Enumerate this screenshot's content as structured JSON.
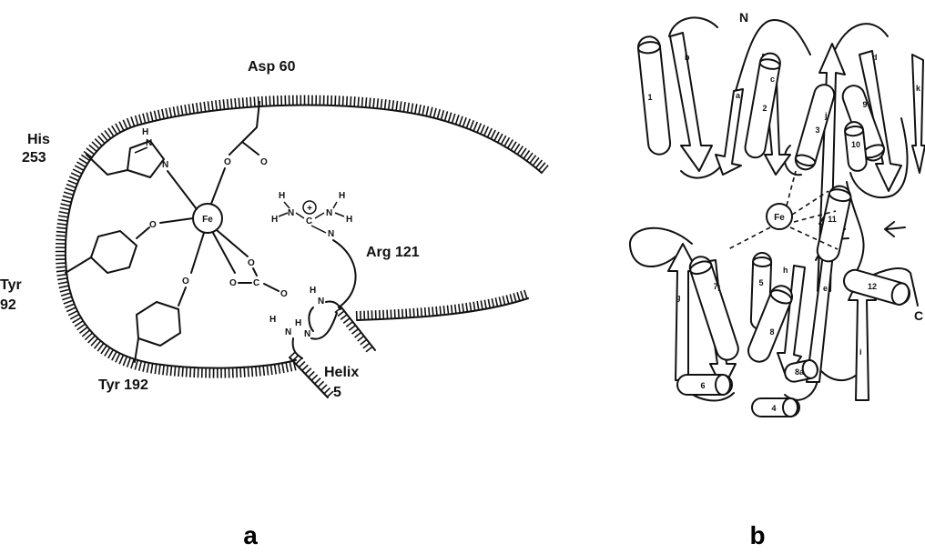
{
  "panel_a": {
    "label": "a",
    "residues": {
      "asp60": "Asp 60",
      "his_name": "His",
      "his_num": "253",
      "tyr92_name": "Tyr",
      "tyr92_num": "92",
      "tyr192": "Tyr 192",
      "arg121": "Arg 121",
      "helix_name": "Helix",
      "helix_num": "5"
    },
    "atoms": {
      "fe": "Fe",
      "n": "N",
      "h": "H",
      "o": "O",
      "c": "C",
      "charge": "+"
    }
  },
  "panel_b": {
    "label": "b",
    "n_terminus": "N",
    "c_terminus": "C",
    "fe": "Fe",
    "helices": [
      "1",
      "2",
      "3",
      "4",
      "5",
      "6",
      "7",
      "8",
      "8a",
      "9",
      "10",
      "11",
      "12"
    ],
    "strands": [
      "a",
      "b",
      "c",
      "d",
      "e",
      "f",
      "g",
      "h",
      "i",
      "j",
      "k"
    ],
    "arrow_icon": "left-arrow-icon"
  }
}
